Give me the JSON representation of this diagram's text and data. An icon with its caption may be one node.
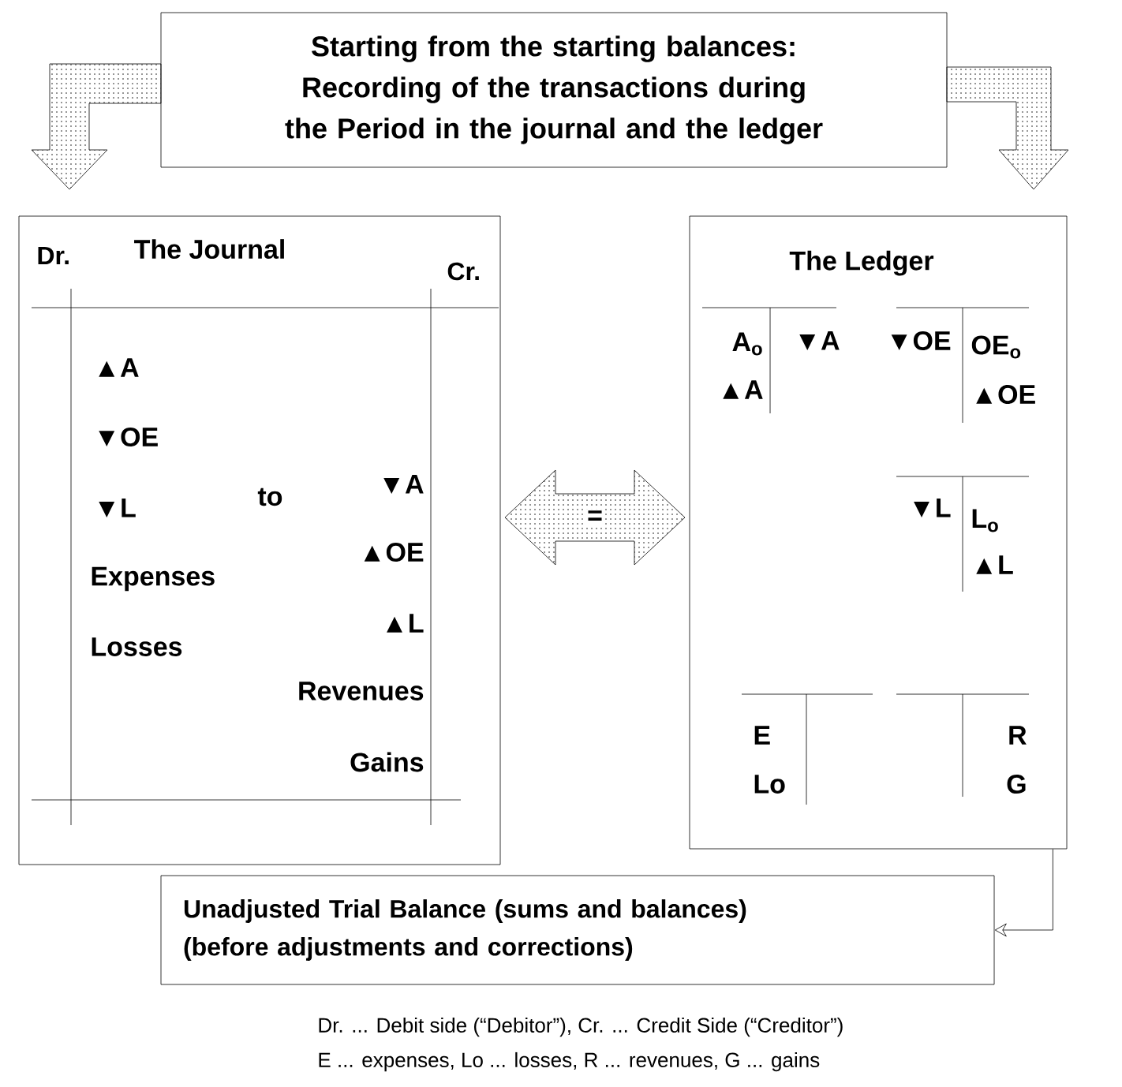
{
  "diagram": {
    "nodes": [
      {
        "text": [
          "Starting from the starting balances: Recording of the transactions during the Period in the journal and the ledger"
        ]
      },
      {
        "text": [
          "The Journal"
        ]
      },
      {
        "text": [
          "The Ledger"
        ]
      },
      {
        "text": [
          "Unadjusted Trial Balance (sums and balances) (before adjustments and corrections)"
        ]
      }
    ],
    "edges": [
      {
        "from": 0,
        "to": 1,
        "arrow": "to",
        "style": "thick"
      },
      {
        "from": 0,
        "to": 2,
        "arrow": "to",
        "style": "thick"
      },
      {
        "from": 1,
        "to": 2,
        "arrow": "both",
        "style": "thick",
        "label": "="
      },
      {
        "from": 2,
        "to": 3,
        "arrow": "to"
      }
    ],
    "labels": [
      "Dr.",
      "Cr.",
      "▲A",
      "▼OE",
      "▼L",
      "to",
      "▼A",
      "▲OE",
      "Expenses",
      "▲L",
      "Losses",
      "Revenues",
      "Gains",
      "A$_{o}$",
      "▼A",
      "▼OE",
      "OE$_{o}$",
      "▲A",
      "▲OE",
      "▼L",
      "L$_{o}$",
      "▲L",
      "E",
      "R",
      "Lo",
      "G",
      "Dr. ... Debit side (“Debitor”), Cr. ... Credit Side (“Creditor”)",
      "E ... expenses, Lo ... losses, R ... revenues, G ... gains"
    ]
  }
}
